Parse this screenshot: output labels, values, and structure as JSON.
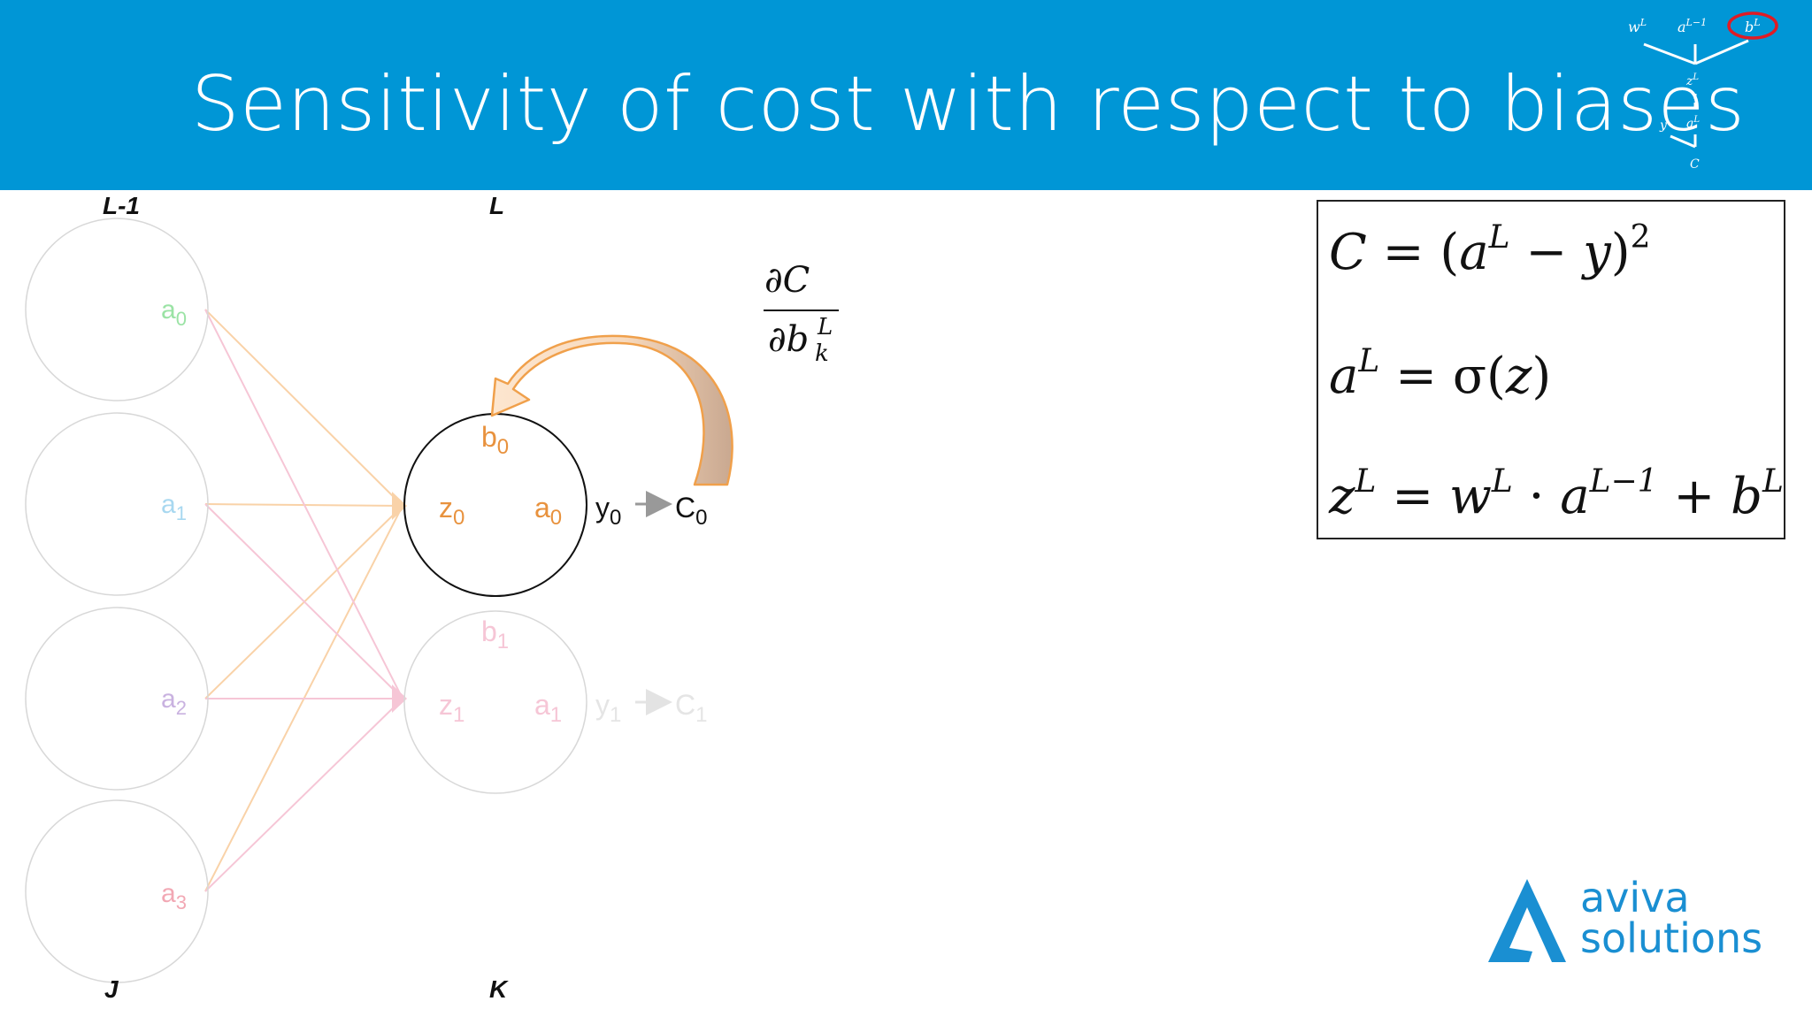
{
  "slide": {
    "title": "Sensitivity of cost with respect to biases"
  },
  "mini_graph": {
    "w": "w",
    "w_sup": "L",
    "a": "a",
    "a_sup": "L−1",
    "b": "b",
    "b_sup": "L",
    "z": "z",
    "z_sup": "L",
    "y": "y",
    "aL": "a",
    "aL_sup": "L",
    "c": "C",
    "highlight_color": "#e01b24"
  },
  "layers": {
    "prev_top": "L-1",
    "curr_top": "L",
    "prev_bottom": "J",
    "curr_bottom": "K"
  },
  "prev_neurons": [
    {
      "label": "a",
      "sub": "0",
      "color": "#9be3a5"
    },
    {
      "label": "a",
      "sub": "1",
      "color": "#a8d8f0"
    },
    {
      "label": "a",
      "sub": "2",
      "color": "#c9b2e0"
    },
    {
      "label": "a",
      "sub": "3",
      "color": "#f2a8b4"
    }
  ],
  "curr_neurons": [
    {
      "bias": "b",
      "bias_sub": "0",
      "z": "z",
      "z_sub": "0",
      "a": "a",
      "a_sub": "0",
      "y": "y",
      "y_sub": "0",
      "c": "C",
      "c_sub": "0"
    },
    {
      "bias": "b",
      "bias_sub": "1",
      "z": "z",
      "z_sub": "1",
      "a": "a",
      "a_sub": "1",
      "y": "y",
      "y_sub": "1",
      "c": "C",
      "c_sub": "1"
    }
  ],
  "derivative": {
    "numerator": "∂C",
    "denominator": "∂b",
    "den_sup": "L",
    "den_sub": "k"
  },
  "formulas": {
    "f1": {
      "lhs": "C",
      "eq": "=",
      "open": "(a",
      "sup1": "L",
      "mid": " − y)",
      "sup2": "2"
    },
    "f2": {
      "lhs": "a",
      "lhs_sup": "L",
      "rhs": " = σ(z)"
    },
    "f3": {
      "lhs": "z",
      "lhs_sup": "L",
      "rhs1": " = w",
      "sup1": "L",
      "rhs2": " · a",
      "sup2": "L−1",
      "rhs3": " + b",
      "sup3": "L"
    }
  },
  "logo": {
    "line1": "aviva",
    "line2": "solutions",
    "color": "#1a8fd2"
  },
  "colors": {
    "header": "#0096d6",
    "orange": "#f0a04b",
    "faded_pink": "#f6c6d6"
  }
}
